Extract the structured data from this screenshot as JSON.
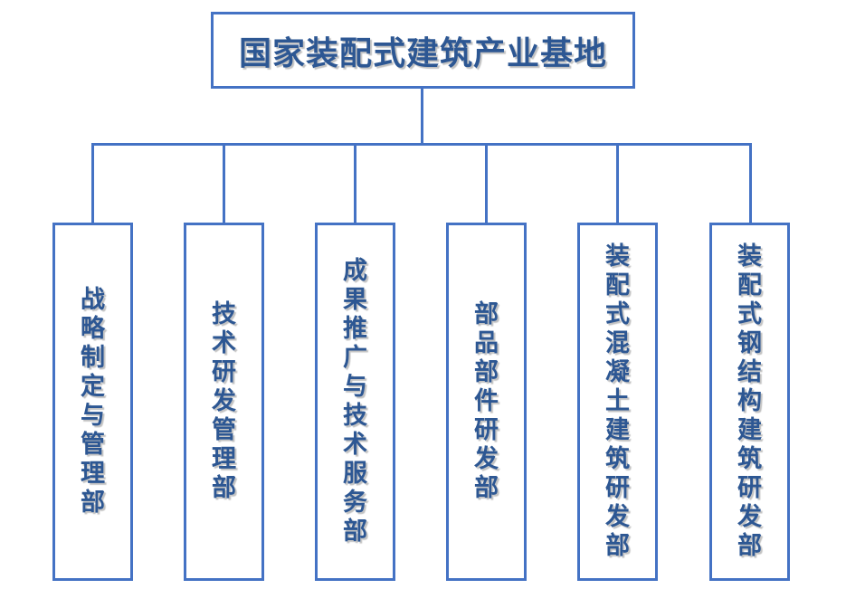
{
  "chart": {
    "title": "国家装配式建筑产业基地",
    "root": {
      "label": "国家装配式建筑产业基地"
    },
    "departments": [
      {
        "label": "战略制定与管理部"
      },
      {
        "label": "技术研发管理部"
      },
      {
        "label": "成果推广与技术服务部"
      },
      {
        "label": "部品部件研发部"
      },
      {
        "label": "装配式混凝土建筑研发部"
      },
      {
        "label": "装配式钢结构建筑研发部"
      }
    ],
    "colors": {
      "line": "#4472C4",
      "text": "#2D5793",
      "background": "#FFFFFF"
    }
  }
}
